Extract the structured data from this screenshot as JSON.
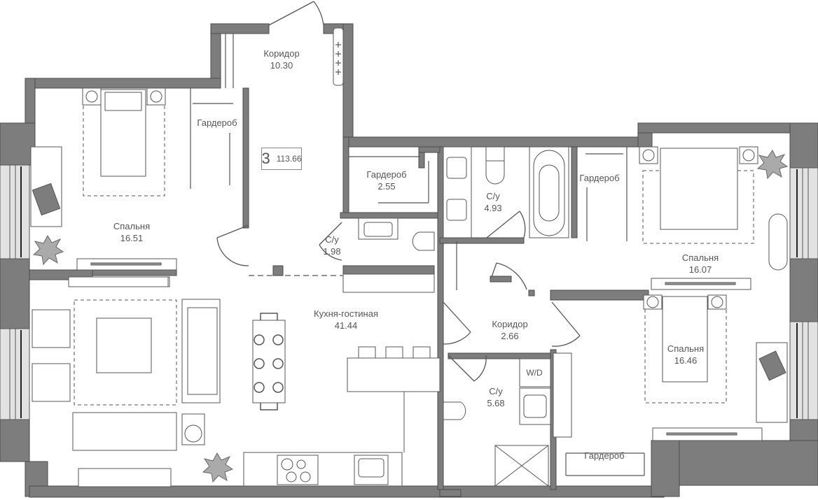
{
  "plan": {
    "type": "apartment-floor-plan",
    "summary": {
      "rooms": "3",
      "total_area": "113.66"
    },
    "colors": {
      "wall": "#7d7d7d",
      "wall_outline": "#4a4a4a",
      "window": "#e2e2e2",
      "line": "#555555",
      "background": "#ffffff"
    },
    "rooms": [
      {
        "id": "corridor-entry",
        "name": "Коридор",
        "area": "10.30"
      },
      {
        "id": "bedroom-1",
        "name": "Спальня",
        "area": "16.51"
      },
      {
        "id": "wardrobe-bedroom-1",
        "name": "Гардероб",
        "area": ""
      },
      {
        "id": "wardrobe-2",
        "name": "Гардероб",
        "area": "2.55"
      },
      {
        "id": "wc-1",
        "name": "С/у",
        "area": "1.98"
      },
      {
        "id": "wc-2",
        "name": "С/у",
        "area": "4.93"
      },
      {
        "id": "wardrobe-bedroom-2",
        "name": "Гардероб",
        "area": ""
      },
      {
        "id": "bedroom-2",
        "name": "Спальня",
        "area": "16.07"
      },
      {
        "id": "kitchen-living",
        "name": "Кухня-гостиная",
        "area": "41.44"
      },
      {
        "id": "corridor-2",
        "name": "Коридор",
        "area": "2.66"
      },
      {
        "id": "wc-3",
        "name": "С/у",
        "area": "5.68"
      },
      {
        "id": "bedroom-3",
        "name": "Спальня",
        "area": "16.46"
      },
      {
        "id": "wardrobe-bedroom-3",
        "name": "Гардероб",
        "area": ""
      }
    ],
    "fixtures": {
      "washer_dryer": "W/D"
    }
  }
}
